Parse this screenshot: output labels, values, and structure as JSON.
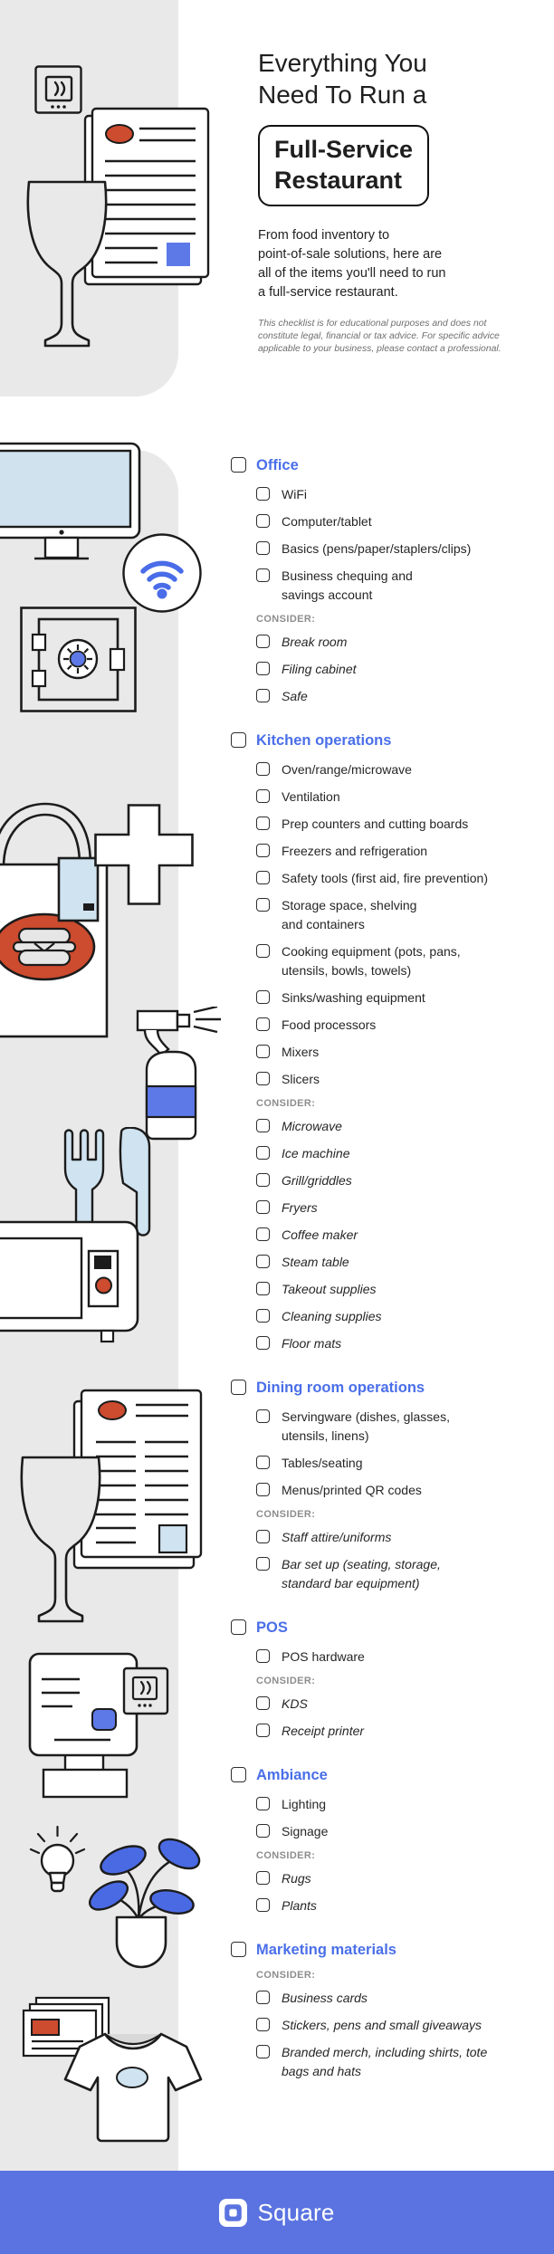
{
  "header": {
    "title": "Everything You\nNeed To Run a",
    "badge": "Full-Service\nRestaurant",
    "intro": "From food inventory to\npoint-of-sale solutions, here are\nall of the items you'll need to run\na full-service restaurant.",
    "disclaimer": "This checklist is for educational purposes and does not\nconstitute legal, financial or tax advice. For specific advice\napplicable to your business, please contact a professional."
  },
  "consider_label": "CONSIDER:",
  "sections": [
    {
      "title": "Office",
      "items": [
        "WiFi",
        "Computer/tablet",
        "Basics (pens/paper/staplers/clips)",
        "Business chequing and\nsavings account"
      ],
      "consider": [
        "Break room",
        "Filing cabinet",
        "Safe"
      ]
    },
    {
      "title": "Kitchen operations",
      "items": [
        "Oven/range/microwave",
        "Ventilation",
        "Prep counters and cutting boards",
        "Freezers and refrigeration",
        "Safety tools (first aid, fire prevention)",
        "Storage space, shelving\nand containers",
        "Cooking equipment (pots, pans,\nutensils, bowls, towels)",
        "Sinks/washing equipment",
        "Food processors",
        "Mixers",
        "Slicers"
      ],
      "consider": [
        "Microwave",
        "Ice machine",
        "Grill/griddles",
        "Fryers",
        "Coffee maker",
        "Steam table",
        "Takeout supplies",
        "Cleaning supplies",
        "Floor mats"
      ]
    },
    {
      "title": "Dining room operations",
      "items": [
        "Servingware (dishes, glasses,\nutensils, linens)",
        "Tables/seating",
        "Menus/printed QR codes"
      ],
      "consider": [
        "Staff attire/uniforms",
        "Bar set up (seating, storage,\nstandard bar equipment)"
      ]
    },
    {
      "title": "POS",
      "items": [
        "POS hardware"
      ],
      "consider": [
        "KDS",
        "Receipt printer"
      ]
    },
    {
      "title": "Ambiance",
      "items": [
        "Lighting",
        "Signage"
      ],
      "consider": [
        "Rugs",
        "Plants"
      ]
    },
    {
      "title": "Marketing materials",
      "items": [],
      "consider": [
        "Business cards",
        "Stickers, pens and small giveaways",
        "Branded merch, including shirts, tote\nbags and hats"
      ]
    }
  ],
  "footer": {
    "brand": "Square"
  },
  "colors": {
    "accent_blue": "#4a6fe8",
    "footer_blue": "#5a73e0",
    "solid_blue": "#5d79e8",
    "red": "#cd4b2e",
    "light_blue": "#cfe3f0",
    "rail_gray": "#e9e9e9"
  }
}
